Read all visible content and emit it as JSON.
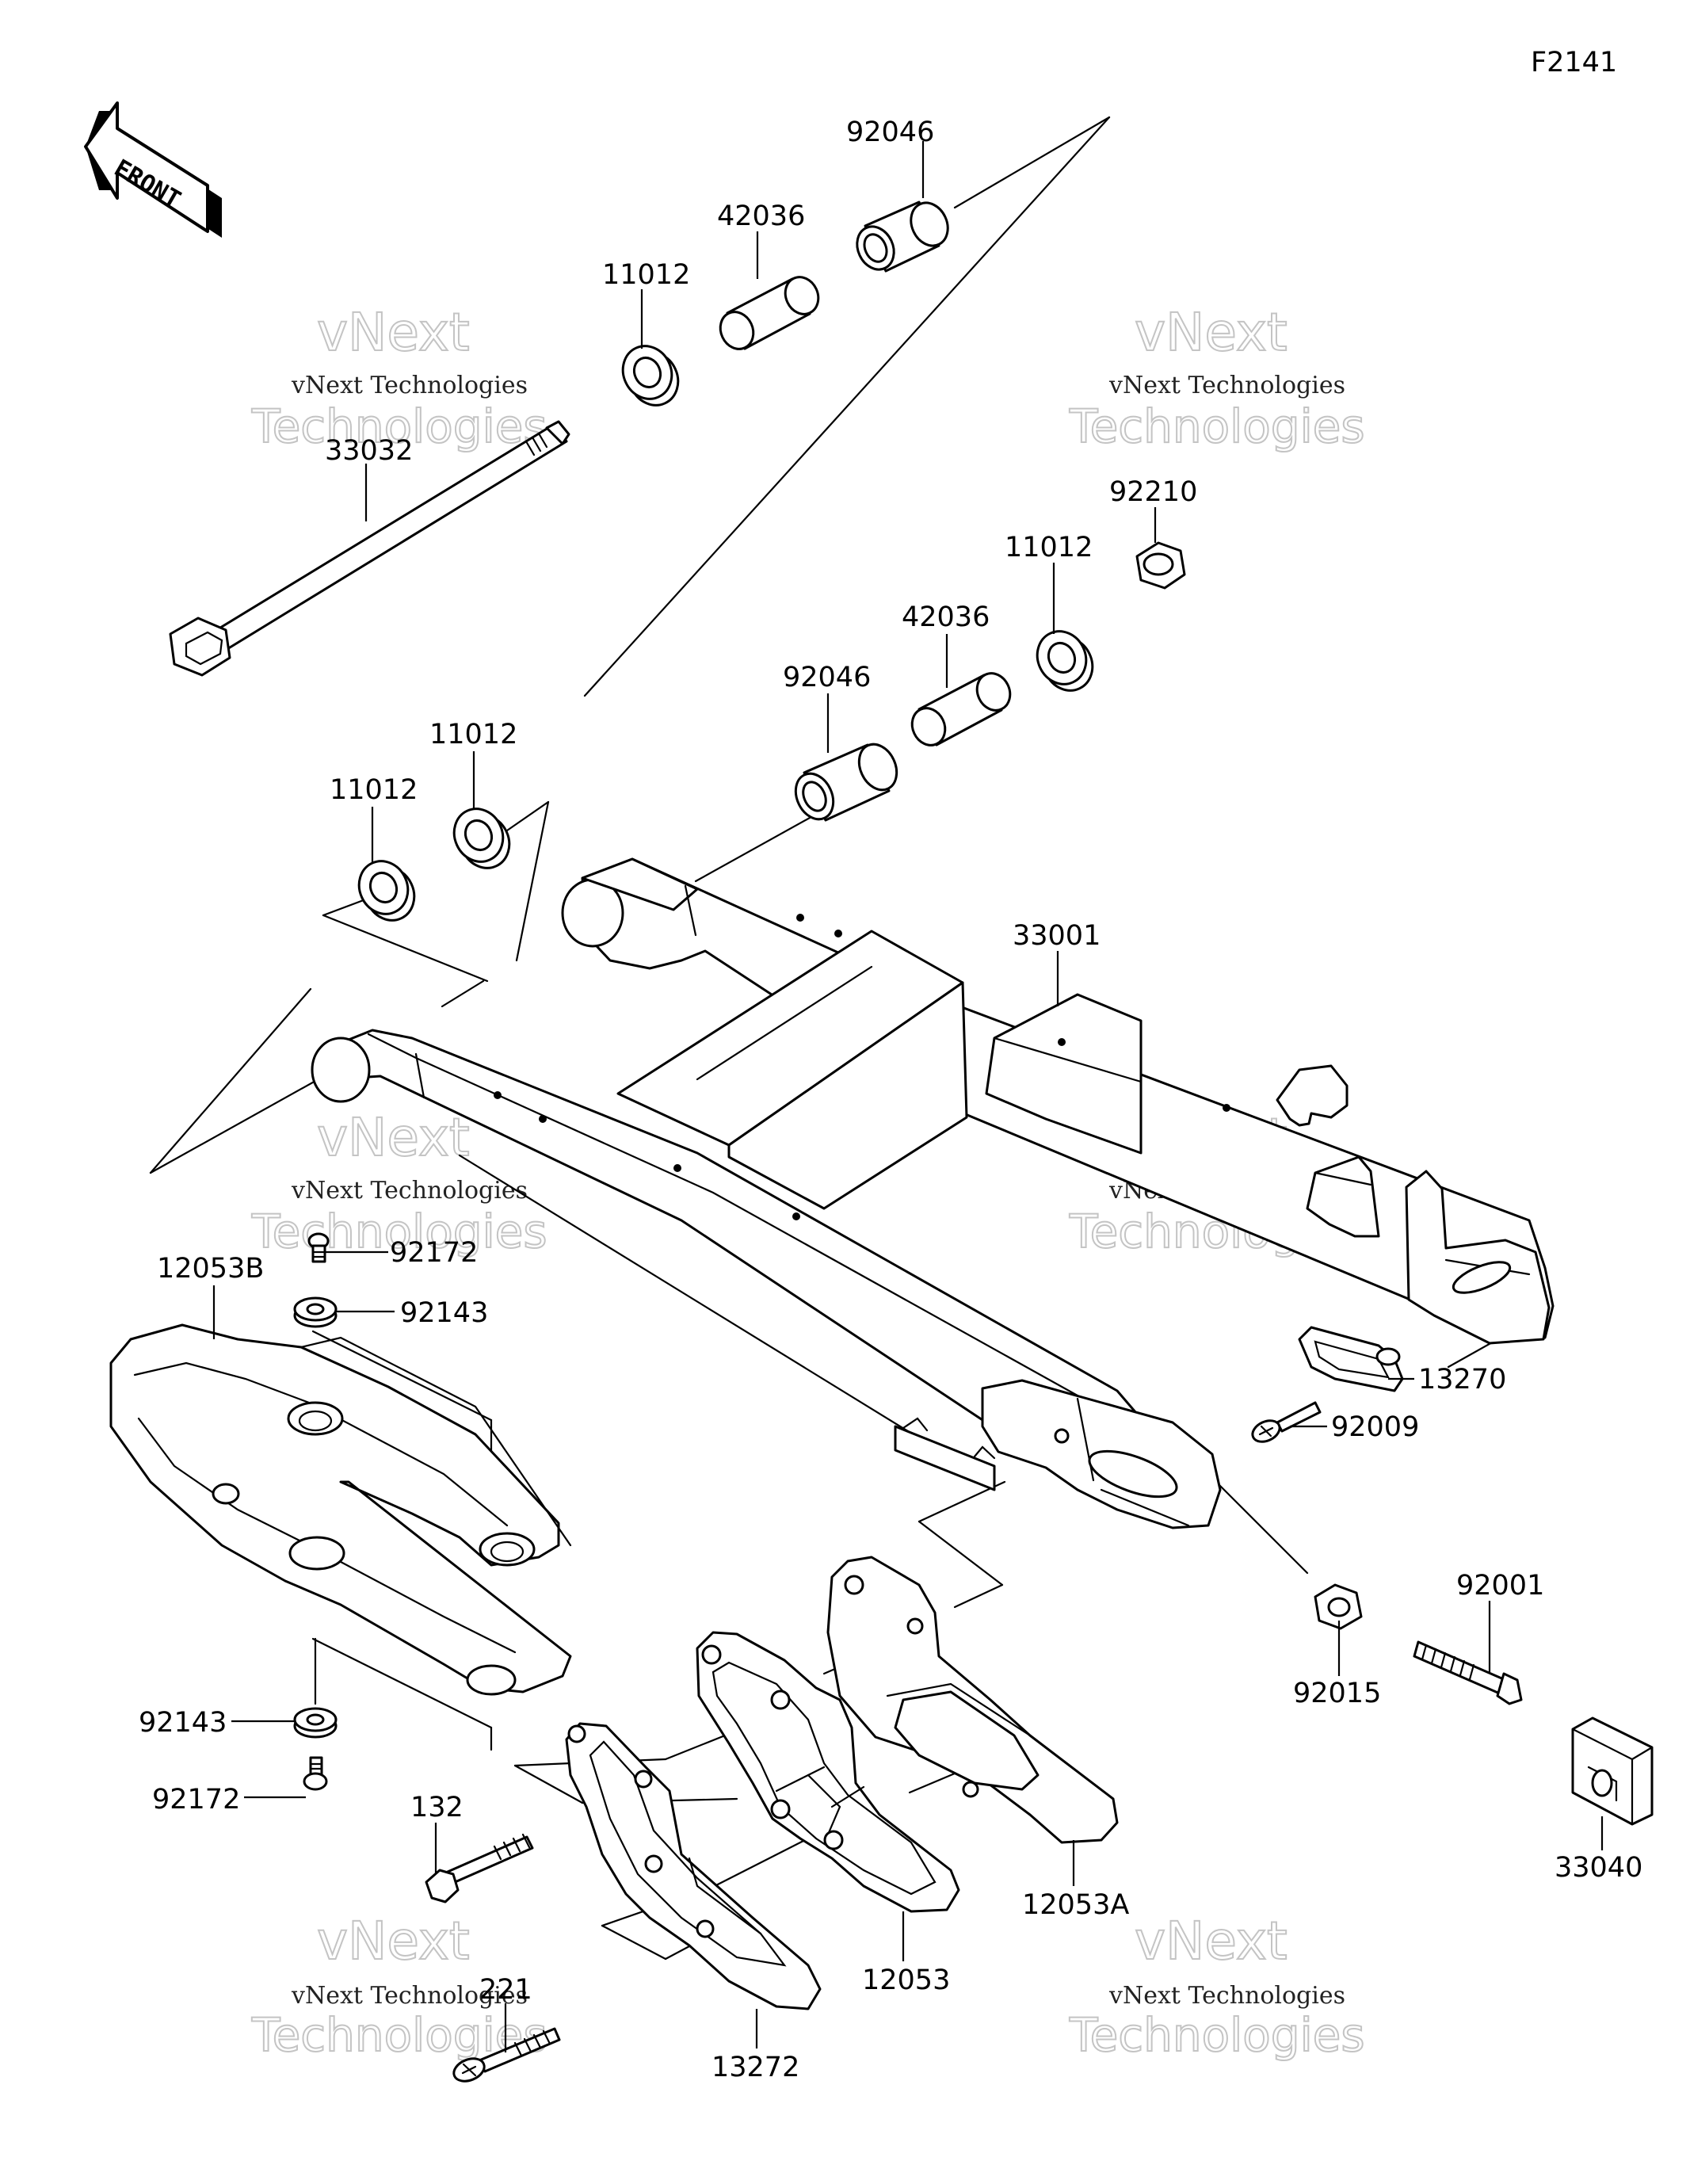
{
  "diagram_code": "F2141",
  "front_label": "FRONT",
  "watermark": {
    "line1": "vNext Technologies",
    "line2": "vNext",
    "line3": "Technologies"
  },
  "labels": {
    "p92046_top": "92046",
    "p42036_top": "42036",
    "p11012_top": "11012",
    "p33032": "33032",
    "p92210": "92210",
    "p11012_mid": "11012",
    "p42036_mid": "42036",
    "p92046_mid": "92046",
    "p11012_left2": "11012",
    "p11012_left1": "11012",
    "p33001": "33001",
    "p12053B": "12053B",
    "p92172_top": "92172",
    "p92143_top": "92143",
    "p13270": "13270",
    "p92009": "92009",
    "p92001": "92001",
    "p92015": "92015",
    "p33040": "33040",
    "p92143_bot": "92143",
    "p92172_bot": "92172",
    "p132": "132",
    "p12053A": "12053A",
    "p12053": "12053",
    "p221": "221",
    "p13272": "13272"
  }
}
